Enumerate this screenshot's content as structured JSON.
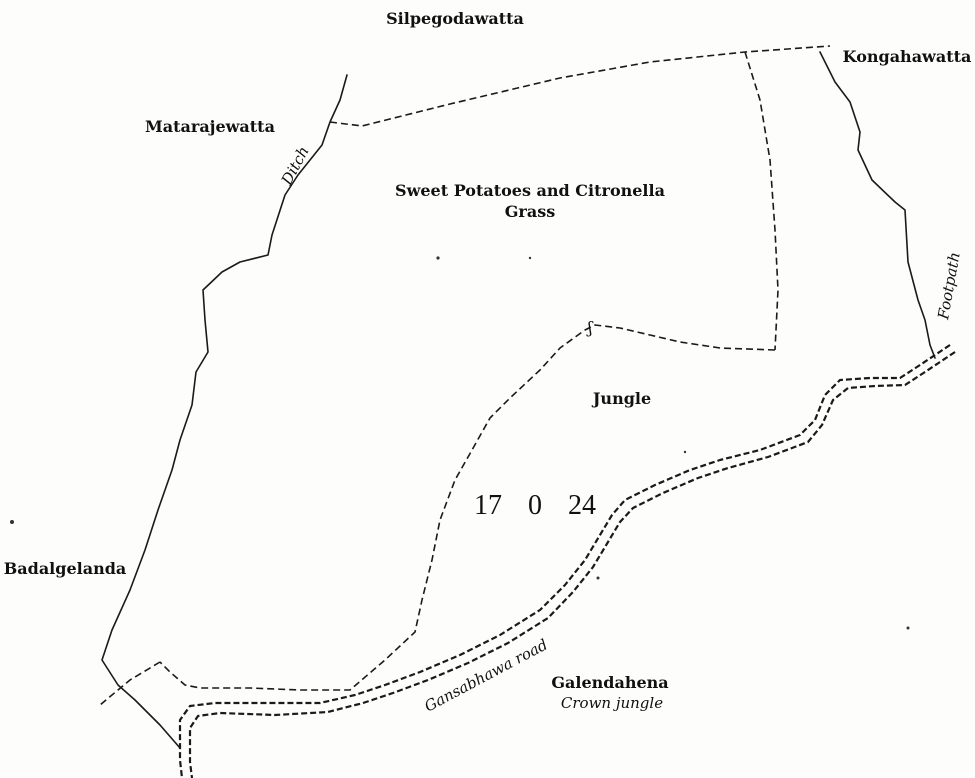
{
  "labels": {
    "north_boundary": "Silpegodawatta",
    "northeast_boundary": "Kongahawatta",
    "northwest_boundary": "Matarajewatta",
    "west_boundary": "Badalgelanda",
    "ditch": "Ditch",
    "footpath": "Footpath",
    "field_top_line1": "Sweet Potatoes and Citronella",
    "field_top_line2": "Grass",
    "jungle": "Jungle",
    "extent_acres": "17",
    "extent_roods": "0",
    "extent_perches": "24",
    "road": "Gansabhawa road",
    "south_name": "Galendahena",
    "south_type": "Crown jungle"
  }
}
